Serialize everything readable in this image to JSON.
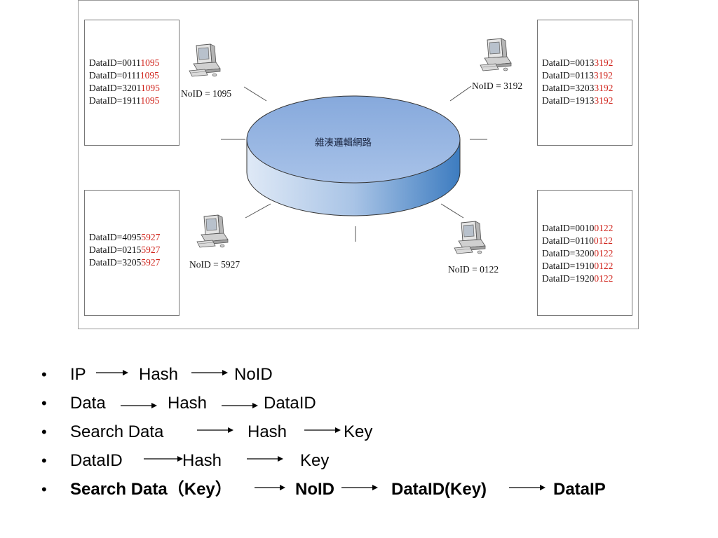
{
  "diagram": {
    "network_label": "雜湊邏輯網路",
    "nodes": [
      {
        "noid_label": "NoID = 1095",
        "entries": [
          {
            "prefix": "DataID=0011",
            "suffix": "1095"
          },
          {
            "prefix": "DataID=0111",
            "suffix": "1095"
          },
          {
            "prefix": "DataID=3201",
            "suffix": "1095"
          },
          {
            "prefix": "DataID=1911",
            "suffix": "1095"
          }
        ]
      },
      {
        "noid_label": "NoID = 3192",
        "entries": [
          {
            "prefix": "DataID=0013",
            "suffix": "3192"
          },
          {
            "prefix": "DataID=0113",
            "suffix": "3192"
          },
          {
            "prefix": "DataID=3203",
            "suffix": "3192"
          },
          {
            "prefix": "DataID=1913",
            "suffix": "3192"
          }
        ]
      },
      {
        "noid_label": "NoID = 5927",
        "entries": [
          {
            "prefix": "DataID=4095",
            "suffix": "5927"
          },
          {
            "prefix": "DataID=0215",
            "suffix": "5927"
          },
          {
            "prefix": "DataID=3205",
            "suffix": "5927"
          }
        ]
      },
      {
        "noid_label": "NoID = 0122",
        "entries": [
          {
            "prefix": "DataID=0010",
            "suffix": "0122"
          },
          {
            "prefix": "DataID=0110",
            "suffix": "0122"
          },
          {
            "prefix": "DataID=3200",
            "suffix": "0122"
          },
          {
            "prefix": "DataID=1910",
            "suffix": "0122"
          },
          {
            "prefix": "DataID=1920",
            "suffix": "0122"
          }
        ]
      }
    ],
    "colors": {
      "cylinder_top": "#8fb0de",
      "cylinder_side": "#4a86c5",
      "highlight": "#d0241c"
    },
    "icon": "desktop-computer-icon"
  },
  "bullets": [
    {
      "bold": false,
      "items": [
        "IP",
        "Hash",
        "NoID"
      ]
    },
    {
      "bold": false,
      "items": [
        "Data",
        "Hash",
        "DataID"
      ]
    },
    {
      "bold": false,
      "items": [
        "Search Data",
        "Hash",
        "Key"
      ]
    },
    {
      "bold": false,
      "items": [
        "DataID",
        "Hash",
        "Key"
      ]
    },
    {
      "bold": true,
      "items": [
        "Search Data（Key）",
        "NoID",
        "DataID(Key)",
        "DataIP"
      ]
    }
  ],
  "bullet_symbol": "•"
}
